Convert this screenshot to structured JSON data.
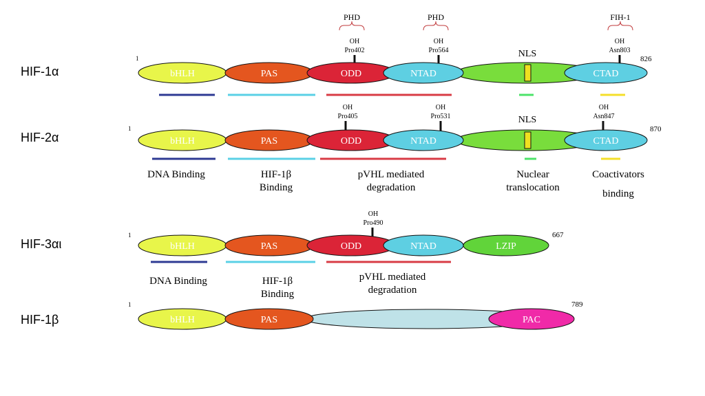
{
  "colors": {
    "bHLH": "#e8f54a",
    "PAS": "#e4561f",
    "ODD": "#db2437",
    "NTAD": "#5ecfe2",
    "CTAD": "#5ecfe2",
    "NLS_region": "#79dd3c",
    "NLS_box": "#f0e020",
    "LZIP": "#61d43a",
    "PAC": "#f02aa8",
    "linker_1b": "#bfe2e8",
    "bar_blue": "#2e3a93",
    "bar_cyan": "#5ad0e6",
    "bar_red": "#d83b45",
    "bar_green": "#4ce36a",
    "bar_yellow": "#f4df2a",
    "bracket": "#c0393b",
    "outline": "#111111"
  },
  "proteins": [
    {
      "name": "HIF-1α",
      "start": "1",
      "end": "826",
      "domains": [
        "bHLH",
        "PAS",
        "ODD",
        "NTAD",
        "NLS",
        "CTAD"
      ],
      "modifications": [
        {
          "enzyme": "PHD",
          "group": "OH",
          "site": "Pro402"
        },
        {
          "enzyme": "PHD",
          "group": "OH",
          "site": "Pro564"
        },
        {
          "enzyme": "FIH-1",
          "group": "OH",
          "site": "Asn803"
        }
      ]
    },
    {
      "name": "HIF-2α",
      "start": "1",
      "end": "870",
      "domains": [
        "bHLH",
        "PAS",
        "ODD",
        "NTAD",
        "NLS",
        "CTAD"
      ],
      "modifications": [
        {
          "group": "OH",
          "site": "Pro405"
        },
        {
          "group": "OH",
          "site": "Pro531"
        },
        {
          "group": "OH",
          "site": "Asn847"
        }
      ],
      "function_labels": [
        [
          "DNA Binding"
        ],
        [
          "HIF-1β",
          "Binding"
        ],
        [
          "pVHL mediated",
          "degradation"
        ],
        [
          "Nuclear",
          "translocation"
        ],
        [
          "Coactivators",
          "binding"
        ]
      ]
    },
    {
      "name": "HIF-3αι",
      "start": "1",
      "end": "667",
      "domains": [
        "bHLH",
        "PAS",
        "ODD",
        "NTAD",
        "LZIP"
      ],
      "modifications": [
        {
          "group": "OH",
          "site": "Pro490"
        }
      ],
      "function_labels": [
        [
          "DNA Binding"
        ],
        [
          "HIF-1β",
          "Binding"
        ],
        [
          "pVHL mediated",
          "degradation"
        ]
      ]
    },
    {
      "name": "HIF-1β",
      "start": "1",
      "end": "789",
      "domains": [
        "bHLH",
        "PAS",
        "PAC"
      ]
    }
  ]
}
